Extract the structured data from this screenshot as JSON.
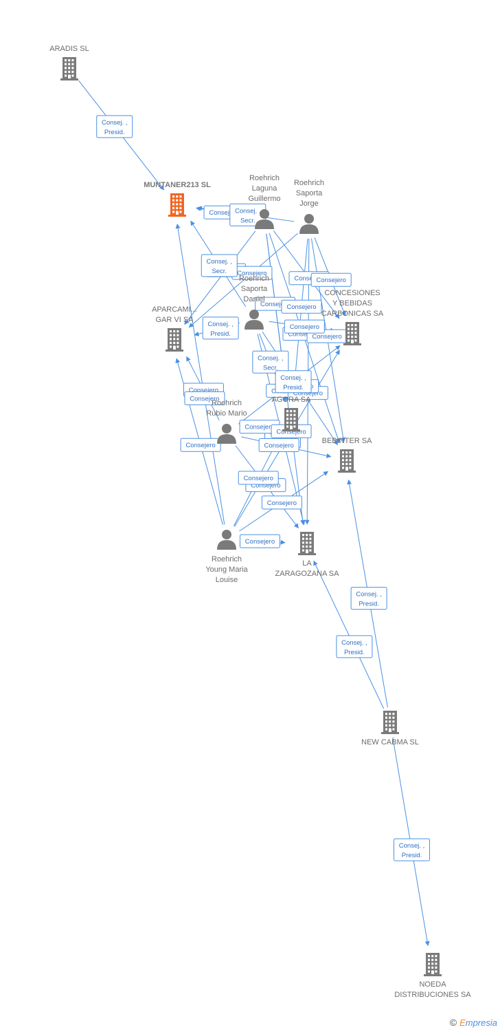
{
  "colors": {
    "edge": "#4a90e2",
    "company": "#7a7a7a",
    "company_highlight": "#f26522",
    "person": "#7a7a7a",
    "label": "#6b6b6b"
  },
  "nodes": [
    {
      "id": "aradis",
      "type": "company",
      "lines": [
        "ARADIS SL"
      ],
      "label_pos": "above"
    },
    {
      "id": "muntaner",
      "type": "company",
      "highlight": true,
      "bold": true,
      "lines": [
        "MUNTANER213 SL"
      ],
      "label_pos": "above"
    },
    {
      "id": "laguna",
      "type": "person",
      "lines": [
        "Roehrich",
        "Laguna",
        "Guillermo"
      ],
      "label_pos": "above"
    },
    {
      "id": "jorge",
      "type": "person",
      "lines": [
        "Roehrich",
        "Saporta",
        "Jorge"
      ],
      "label_pos": "above"
    },
    {
      "id": "daniel",
      "type": "person",
      "lines": [
        "Roehrich",
        "Saporta",
        "Daniel"
      ],
      "label_pos": "above"
    },
    {
      "id": "concesiones",
      "type": "company",
      "lines": [
        "CONCESIONES",
        "Y BEBIDAS",
        "CARBONICAS SA"
      ],
      "label_pos": "above"
    },
    {
      "id": "aparcam",
      "type": "company",
      "lines": [
        "APARCAMI...",
        "GAR VI SA"
      ],
      "label_pos": "above"
    },
    {
      "id": "mario",
      "type": "person",
      "lines": [
        "Roehrich",
        "Rubio Mario"
      ],
      "label_pos": "above"
    },
    {
      "id": "agora",
      "type": "company",
      "lines": [
        "AGORA SA"
      ],
      "label_pos": "above"
    },
    {
      "id": "bebinter",
      "type": "company",
      "lines": [
        "BEBINTER SA"
      ],
      "label_pos": "above"
    },
    {
      "id": "louise",
      "type": "person",
      "lines": [
        "Roehrich",
        "Young Maria",
        "Louise"
      ],
      "label_pos": "below"
    },
    {
      "id": "zaragozana",
      "type": "company",
      "lines": [
        "LA",
        "ZARAGOZANA SA"
      ],
      "label_pos": "below"
    },
    {
      "id": "newcabma",
      "type": "company",
      "lines": [
        "NEW CABMA SL"
      ],
      "label_pos": "below"
    },
    {
      "id": "noeda",
      "type": "company",
      "lines": [
        "NOEDA",
        "DISTRIBUCIONES SA"
      ],
      "label_pos": "below"
    }
  ],
  "edges": [
    {
      "from": "aradis",
      "to": "muntaner",
      "label": [
        "Consej. ,",
        "Presid."
      ]
    },
    {
      "from": "laguna",
      "to": "muntaner",
      "label": [
        "Consejero"
      ]
    },
    {
      "from": "laguna",
      "to": "concesiones",
      "label": [
        "Consejero"
      ]
    },
    {
      "from": "laguna",
      "to": "agora",
      "label": [
        "Consejero"
      ]
    },
    {
      "from": "laguna",
      "to": "bebinter",
      "label": [
        "Consejero"
      ]
    },
    {
      "from": "laguna",
      "to": "zaragozana",
      "label": [
        "Consejero"
      ]
    },
    {
      "from": "laguna",
      "to": "aparcam",
      "label": [
        "Consejero"
      ]
    },
    {
      "from": "jorge",
      "to": "muntaner",
      "label": [
        "Consej. ,",
        "Secr."
      ]
    },
    {
      "from": "jorge",
      "to": "concesiones",
      "label": [
        "Consejero"
      ]
    },
    {
      "from": "jorge",
      "to": "agora",
      "label": [
        "Consejero"
      ]
    },
    {
      "from": "jorge",
      "to": "bebinter",
      "label": [
        "Consejero"
      ]
    },
    {
      "from": "jorge",
      "to": "zaragozana",
      "label": [
        "Consejero"
      ]
    },
    {
      "from": "jorge",
      "to": "aparcam",
      "label": [
        "Consejero"
      ]
    },
    {
      "from": "daniel",
      "to": "muntaner",
      "label": [
        "Consej. ,",
        "Secr."
      ]
    },
    {
      "from": "daniel",
      "to": "concesiones",
      "label": [
        "Consejero"
      ]
    },
    {
      "from": "daniel",
      "to": "agora",
      "label": [
        "Consej. ,",
        "Secr."
      ]
    },
    {
      "from": "daniel",
      "to": "bebinter",
      "label": [
        "Consejero"
      ]
    },
    {
      "from": "daniel",
      "to": "zaragozana",
      "label": [
        "Consej. ,",
        "Secr."
      ]
    },
    {
      "from": "daniel",
      "to": "aparcam",
      "label": [
        "Consej. ,",
        "Presid."
      ]
    },
    {
      "from": "mario",
      "to": "aparcam",
      "label": [
        "Consejero"
      ]
    },
    {
      "from": "mario",
      "to": "agora",
      "label": [
        "Consejero"
      ]
    },
    {
      "from": "mario",
      "to": "bebinter",
      "label": [
        "Consejero"
      ]
    },
    {
      "from": "mario",
      "to": "zaragozana",
      "label": [
        "Consejero"
      ]
    },
    {
      "from": "mario",
      "to": "concesiones",
      "label": [
        "Consej. ,",
        "Presid."
      ]
    },
    {
      "from": "louise",
      "to": "muntaner",
      "label": [
        "Consejero"
      ]
    },
    {
      "from": "louise",
      "to": "aparcam",
      "label": [
        "Consejero"
      ]
    },
    {
      "from": "louise",
      "to": "agora",
      "label": [
        "Consejero"
      ]
    },
    {
      "from": "louise",
      "to": "zaragozana",
      "label": [
        "Consejero"
      ]
    },
    {
      "from": "louise",
      "to": "bebinter",
      "label": [
        "Consejero"
      ]
    },
    {
      "from": "louise",
      "to": "concesiones",
      "label": [
        "Consejero"
      ]
    },
    {
      "from": "newcabma",
      "to": "zaragozana",
      "label": [
        "Consej. ,",
        "Presid."
      ]
    },
    {
      "from": "newcabma",
      "to": "bebinter",
      "label": [
        "Consej. ,",
        "Presid."
      ]
    },
    {
      "from": "newcabma",
      "to": "noeda",
      "label": [
        "Consej. ,",
        "Presid."
      ]
    }
  ],
  "footer": {
    "symbol": "©",
    "brand_first": "E",
    "brand_rest": "mpresia"
  }
}
